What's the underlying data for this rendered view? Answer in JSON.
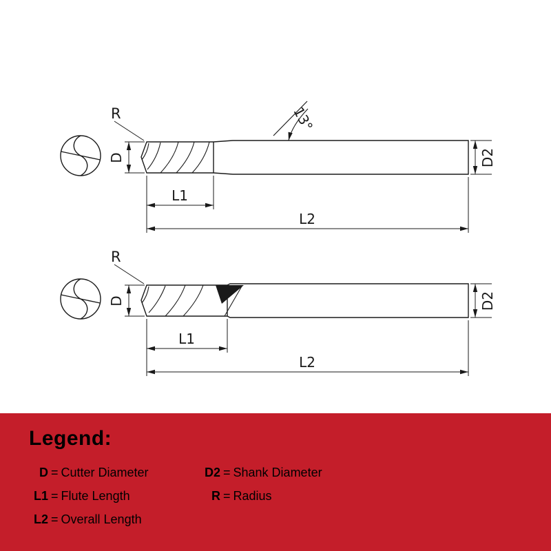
{
  "colors": {
    "legend_background": "#C41E2A",
    "line_color": "#1a1a1a",
    "text_color": "#000000"
  },
  "drawing1": {
    "radius_label": "R",
    "diameter_label": "D",
    "angle_label": "13°",
    "shank_diameter_label": "D2",
    "flute_length_label": "L1",
    "overall_length_label": "L2"
  },
  "drawing2": {
    "radius_label": "R",
    "diameter_label": "D",
    "shank_diameter_label": "D2",
    "flute_length_label": "L1",
    "overall_length_label": "L2"
  },
  "legend": {
    "title": "Legend:",
    "separator": "=",
    "col1": [
      {
        "term": "D",
        "definition": "Cutter Diameter"
      },
      {
        "term": "L1",
        "definition": "Flute Length"
      },
      {
        "term": "L2",
        "definition": "Overall Length"
      }
    ],
    "col2": [
      {
        "term": "D2",
        "definition": "Shank Diameter"
      },
      {
        "term": "R",
        "definition": "Radius"
      }
    ]
  }
}
